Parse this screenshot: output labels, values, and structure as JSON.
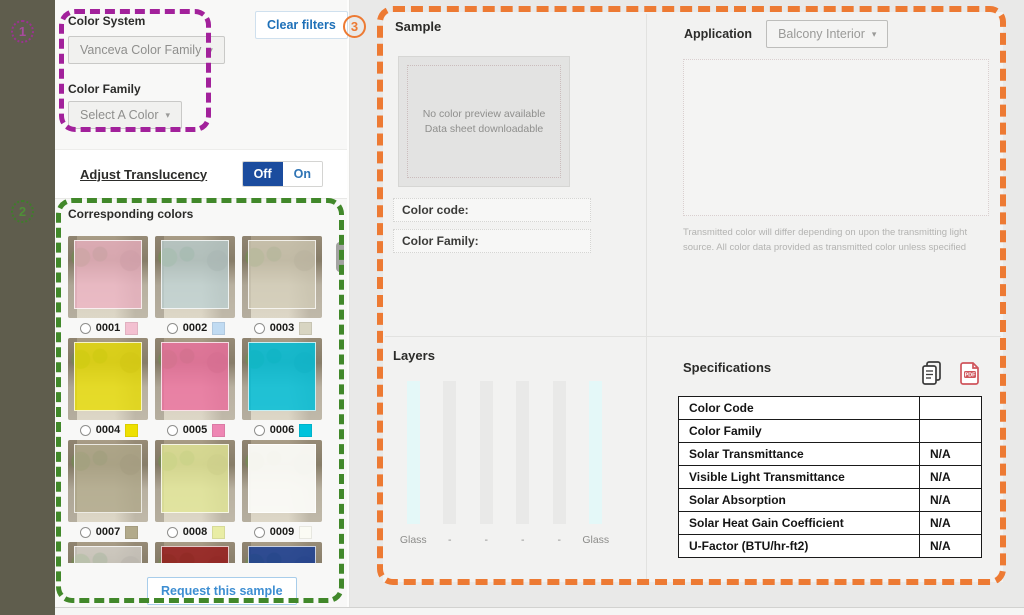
{
  "colors": {
    "annotation_purple": "#a2219b",
    "annotation_green": "#41882a",
    "annotation_orange": "#ed7a33",
    "toggle_active_blue": "#1b4c9e",
    "link_blue": "#1e70b8",
    "request_blue": "#3d8ed2",
    "sidebar_olive": "#5f5d4d",
    "pdf_icon_red": "#cf555c"
  },
  "icons": {
    "chevron_down_glyph": "▾",
    "copy_document": "copy-document-icon",
    "download_pdf": "download-pdf-icon"
  },
  "annotations": {
    "markers": [
      {
        "label": "1"
      },
      {
        "label": "2"
      },
      {
        "label": "3"
      }
    ]
  },
  "left_panel": {
    "filters": {
      "color_system_label": "Color System",
      "color_system_value": "Vanceva Color Family",
      "color_family_label": "Color Family",
      "color_family_value": "Select A Color",
      "clear_filters_label": "Clear filters"
    },
    "translucency": {
      "label": "Adjust Translucency",
      "off_label": "Off",
      "on_label": "On",
      "selected": "Off"
    },
    "corresponding_colors_label": "Corresponding colors",
    "swatches": [
      {
        "code": "0001",
        "chip": "#f3c0d1",
        "chip_pattern": true,
        "tint": "rgba(240,178,197,0.72)"
      },
      {
        "code": "0002",
        "chip": "#c0dbf2",
        "chip_pattern": true,
        "tint": "rgba(189,210,214,0.72)"
      },
      {
        "code": "0003",
        "chip": "#d8d5c2",
        "chip_pattern": false,
        "tint": "rgba(211,205,184,0.72)"
      },
      {
        "code": "0004",
        "chip": "#eee000",
        "chip_pattern": false,
        "tint": "rgba(233,221,2,0.8)"
      },
      {
        "code": "0005",
        "chip": "#ee86b3",
        "chip_pattern": true,
        "tint": "rgba(236,110,158,0.8)"
      },
      {
        "code": "0006",
        "chip": "#00c3dc",
        "chip_pattern": false,
        "tint": "rgba(0,190,216,0.85)"
      },
      {
        "code": "0007",
        "chip": "#b2aa8b",
        "chip_pattern": false,
        "tint": "rgba(175,167,138,0.8)"
      },
      {
        "code": "0008",
        "chip": "#e9eda5",
        "chip_pattern": false,
        "tint": "rgba(226,231,150,0.8)"
      },
      {
        "code": "0009",
        "chip": "#fbfbf4",
        "chip_pattern": false,
        "tint": "rgba(250,250,246,0.96)"
      }
    ],
    "partial_row_tints": [
      "rgba(238,238,238,0.55)",
      "rgba(150,28,28,0.85)",
      "rgba(26,62,148,0.85)"
    ],
    "request_button_label": "Request this sample"
  },
  "sample": {
    "title": "Sample",
    "preview_line1": "No color preview available",
    "preview_line2": "Data sheet downloadable",
    "color_code_label": "Color code:",
    "color_family_label": "Color Family:"
  },
  "application": {
    "label": "Application",
    "value": "Balcony Interior",
    "disclaimer": "Transmitted color will differ depending on upon the transmitting light source. All color data provided as transmitted color unless specified"
  },
  "layers": {
    "title": "Layers",
    "items": [
      {
        "label": "Glass",
        "kind": "glass"
      },
      {
        "label": "-",
        "kind": "blank"
      },
      {
        "label": "-",
        "kind": "blank"
      },
      {
        "label": "-",
        "kind": "blank"
      },
      {
        "label": "-",
        "kind": "blank"
      },
      {
        "label": "Glass",
        "kind": "glass"
      }
    ]
  },
  "specifications": {
    "title": "Specifications",
    "rows": [
      {
        "label": "Color Code",
        "value": ""
      },
      {
        "label": "Color Family",
        "value": ""
      },
      {
        "label": "Solar Transmittance",
        "value": "N/A"
      },
      {
        "label": "Visible Light Transmittance",
        "value": "N/A"
      },
      {
        "label": "Solar Absorption",
        "value": "N/A"
      },
      {
        "label": "Solar Heat Gain Coefficient",
        "value": "N/A"
      },
      {
        "label": "U-Factor (BTU/hr-ft2)",
        "value": "N/A"
      }
    ]
  }
}
